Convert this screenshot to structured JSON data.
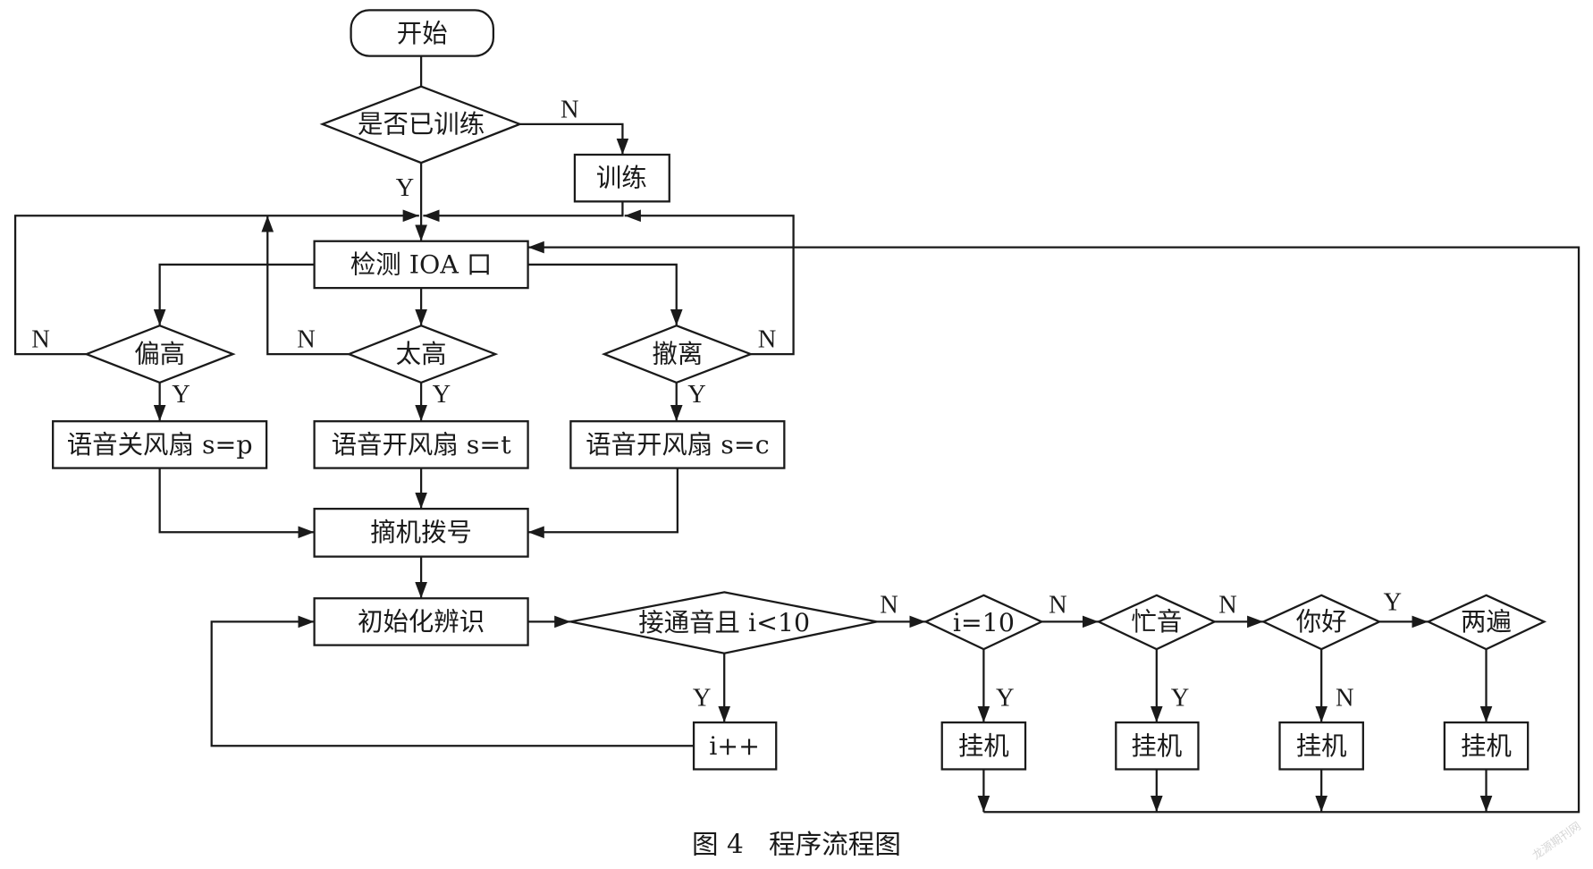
{
  "nodes": {
    "start": "开始",
    "trained_check": "是否已训练",
    "train": "训练",
    "detect_ioa": "检测 IOA 口",
    "pian_gao": "偏高",
    "tai_gao": "太高",
    "che_li": "撤离",
    "fan_off_p": "语音关风扇 s=p",
    "fan_on_t": "语音开风扇 s=t",
    "fan_on_c": "语音开风扇 s=c",
    "dial": "摘机拨号",
    "init_recognition": "初始化辨识",
    "connected_check": "接通音且 i<10",
    "increment": "i++",
    "i_equals_10": "i=10",
    "busy_tone": "忙音",
    "hello": "你好",
    "twice": "两遍",
    "hangup_1": "挂机",
    "hangup_2": "挂机",
    "hangup_3": "挂机",
    "hangup_4": "挂机"
  },
  "edge_labels": {
    "trained_no": "N",
    "trained_yes": "Y",
    "pian_gao_no": "N",
    "pian_gao_yes": "Y",
    "tai_gao_no": "N",
    "tai_gao_yes": "Y",
    "che_li_no": "N",
    "che_li_yes": "Y",
    "connected_no": "N",
    "connected_yes": "Y",
    "i_equals_10_no": "N",
    "i_equals_10_yes": "Y",
    "busy_tone_no": "N",
    "busy_tone_yes": "Y",
    "hello_yes": "Y",
    "hello_no": "N"
  },
  "caption": "图 4   程序流程图",
  "watermark": "龙源期刊网"
}
